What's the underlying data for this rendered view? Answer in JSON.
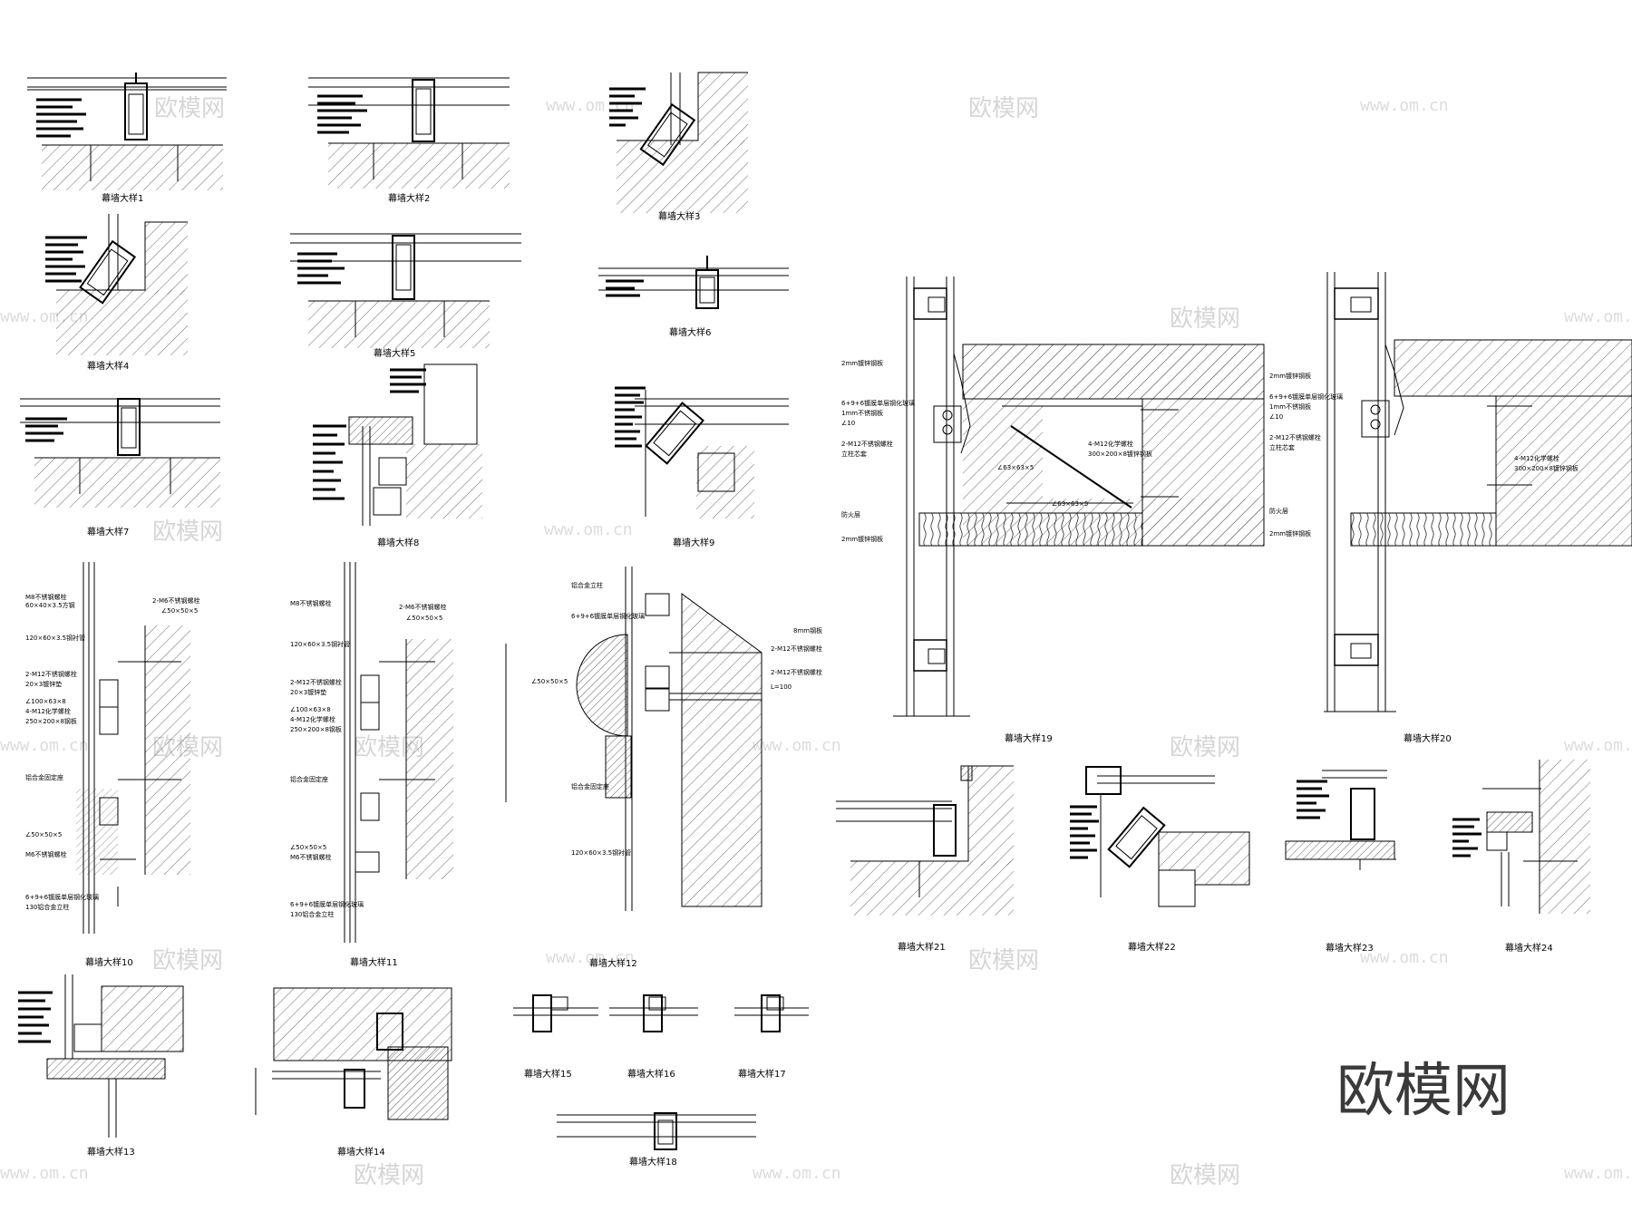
{
  "sheet": {
    "captions": {
      "d1": "幕墙大样1",
      "d2": "幕墙大样2",
      "d3": "幕墙大样3",
      "d4": "幕墙大样4",
      "d5": "幕墙大样5",
      "d6": "幕墙大样6",
      "d7": "幕墙大样7",
      "d8": "幕墙大样8",
      "d9": "幕墙大样9",
      "d10": "幕墙大样10",
      "d11": "幕墙大样11",
      "d12": "幕墙大样12",
      "d13": "幕墙大样13",
      "d14": "幕墙大样14",
      "d15": "幕墙大样15",
      "d16": "幕墙大样16",
      "d17": "幕墙大样17",
      "d18": "幕墙大样18",
      "d19": "幕墙大样19",
      "d20": "幕墙大样20",
      "d21": "幕墙大样21",
      "d22": "幕墙大样22",
      "d23": "幕墙大样23",
      "d24": "幕墙大样24"
    },
    "annotations": {
      "d19": {
        "a1": "6+9+6镀膜单层钢化玻璃",
        "a2": "1mm不锈钢板",
        "a3": "∠10",
        "a4": "2-M12不锈钢螺栓",
        "a5": "立柱芯套",
        "a6": "∠63×63×5",
        "a7": "4-M12化学螺栓",
        "a8": "300×200×8镀锌钢板",
        "a9": "防火层",
        "a10": "2mm镀锌钢板",
        "a11": "∠63×63×5",
        "a12": "2mm镀锌钢板"
      },
      "d20": {
        "a1": "6+9+6镀膜单层钢化玻璃",
        "a2": "1mm不锈钢板",
        "a3": "∠10",
        "a4": "2-M12不锈钢螺栓",
        "a5": "立柱芯套",
        "a6": "4-M12化学螺栓",
        "a7": "300×200×8镀锌钢板",
        "a8": "防火层",
        "a9": "2mm镀锌钢板",
        "a10": "2mm镀锌钢板"
      },
      "d10": {
        "a1": "M8不锈钢螺栓",
        "a2": "60×40×3.5方钢",
        "a3": "2-M6不锈钢螺栓",
        "a4": "∠50×50×5",
        "a5": "120×60×3.5钢衬管",
        "a6": "2-M12不锈钢螺栓",
        "a7": "20×3镀锌垫",
        "a8": "∠100×63×8",
        "a9": "4-M12化学螺栓",
        "a10": "250×200×8钢板",
        "a11": "铝合金固定座",
        "a12": "∠50×50×5",
        "a13": "M6不锈钢螺栓",
        "a14": "6+9+6镀膜单层钢化玻璃",
        "a15": "130铝合金立柱"
      },
      "d11": {
        "a1": "M8不锈钢螺栓",
        "a2": "2-M6不锈钢螺栓",
        "a3": "∠50×50×5",
        "a4": "120×60×3.5钢衬管",
        "a5": "2-M12不锈钢螺栓",
        "a6": "20×3镀锌垫",
        "a7": "∠100×63×8",
        "a8": "4-M12化学螺栓",
        "a9": "250×200×8钢板",
        "a10": "铝合金固定座",
        "a11": "∠50×50×5",
        "a12": "M6不锈钢螺栓",
        "a13": "6+9+6镀膜单层钢化玻璃",
        "a14": "130铝合金立柱"
      },
      "d12": {
        "a1": "铝合金立柱",
        "a2": "6+9+6镀膜单层钢化玻璃",
        "a3": "8mm钢板",
        "a4": "∠50×50×5",
        "a5": "2-M12不锈钢螺栓",
        "a6": "2-M12不锈钢螺栓",
        "a7": "L=100",
        "a8": "铝合金固定座",
        "a9": "120×60×3.5钢衬管"
      }
    },
    "watermarks": {
      "cn": "欧模网",
      "url": "www.om.cn"
    },
    "logo": "欧模网",
    "colors": {
      "line": "#000000",
      "hatch": "#555555",
      "watermark": "#d6d6d6",
      "logo": "#3a3a3a"
    }
  }
}
